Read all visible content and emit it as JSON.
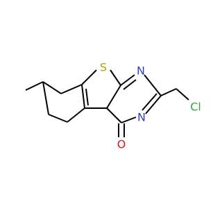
{
  "molecule": {
    "atoms": {
      "sulfur": "S",
      "nitrogen_top": "N",
      "nitrogen_bottom": "N",
      "chlorine": "Cl",
      "oxygen": "O"
    },
    "colors": {
      "bond": "#000000",
      "sulfur": "#b5a000",
      "nitrogen": "#2f3fcc",
      "chlorine": "#3aa33a",
      "oxygen": "#e0141e"
    }
  }
}
